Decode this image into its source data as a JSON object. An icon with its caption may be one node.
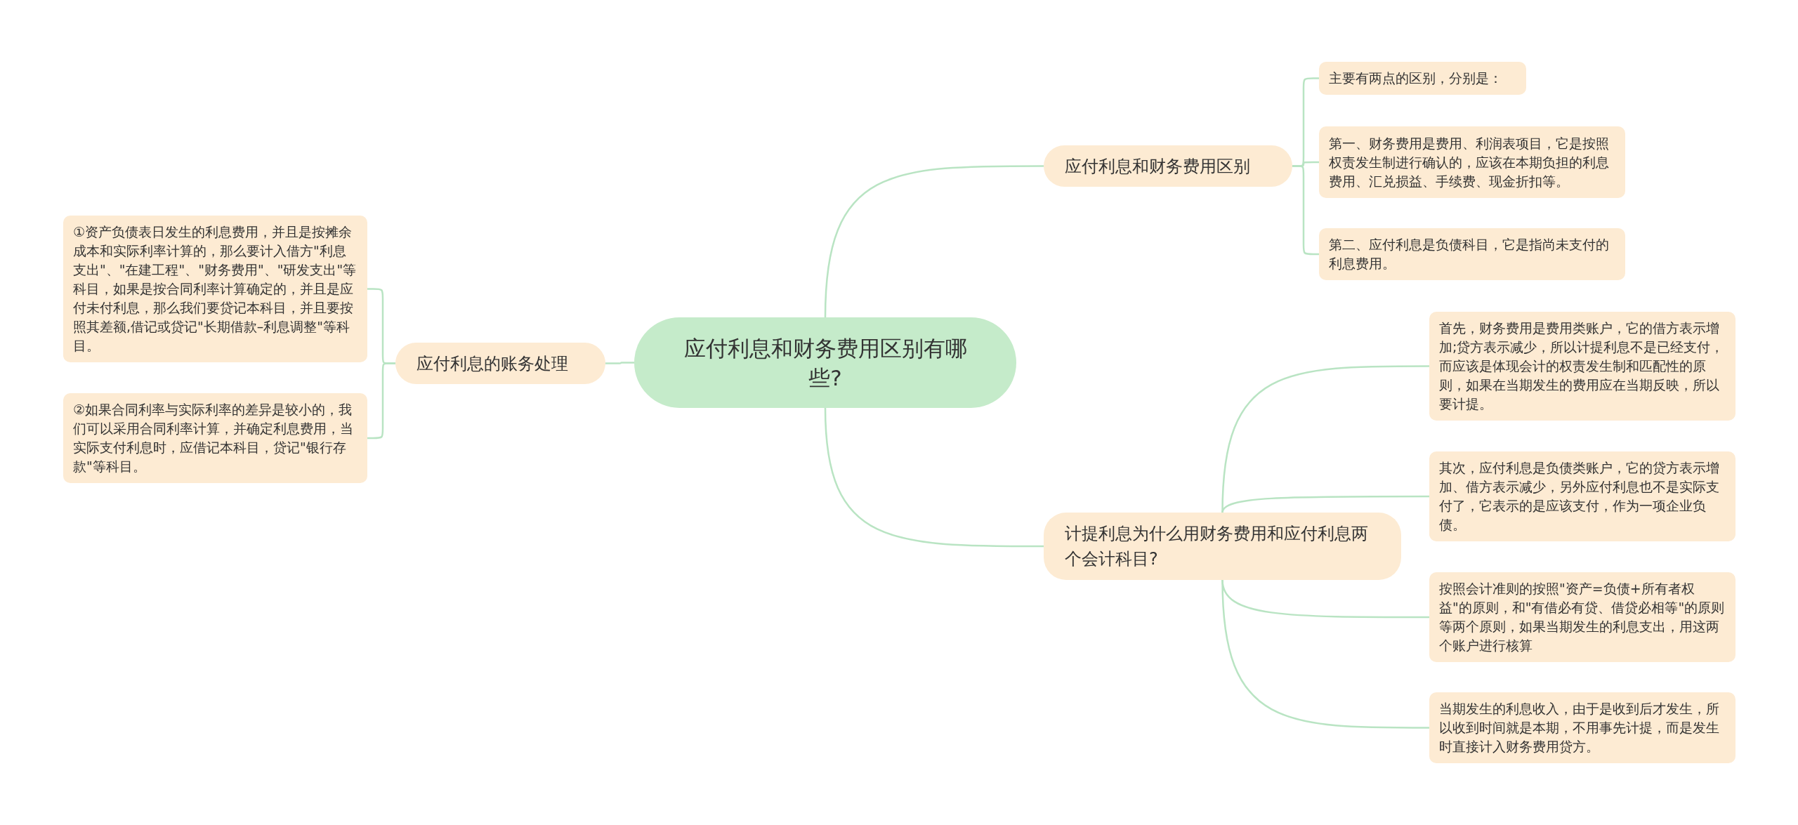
{
  "diagram": {
    "nodes": [
      {
        "text": [
          "应付利息和财务费用区别有哪些?"
        ]
      },
      {
        "text": [
          "应付利息和财务费用区别"
        ]
      },
      {
        "text": [
          "主要有两点的区别，分别是："
        ]
      },
      {
        "text": [
          "第一、财务费用是费用、利润表项目，它是按照权责发生制进行确认的，应该在本期负担的利息费用、汇兑损益、手续费、现金折扣等。"
        ]
      },
      {
        "text": [
          "第二、应付利息是负债科目，它是指尚未支付的利息费用。"
        ]
      },
      {
        "text": [
          "计提利息为什么用财务费用和应付利息两个会计科目?"
        ]
      },
      {
        "text": [
          "首先，财务费用是费用类账户，它的借方表示增加;贷方表示减少，所以计提利息不是已经支付，而应该是体现会计的权责发生制和匹配性的原则，如果在当期发生的费用应在当期反映，所以要计提。"
        ]
      },
      {
        "text": [
          "其次，应付利息是负债类账户，它的贷方表示增加、借方表示减少，另外应付利息也不是实际支付了，它表示的是应该支付，作为一项企业负债。"
        ]
      },
      {
        "text": [
          "按照会计准则的按照\"资产=负债+所有者权益\"的原则，和\"有借必有贷、借贷必相等\"的原则等两个原则，如果当期发生的利息支出，用这两个账户进行核算"
        ]
      },
      {
        "text": [
          "当期发生的利息收入，由于是收到后才发生，所以收到时间就是本期，不用事先计提，而是发生时直接计入财务费用贷方。"
        ]
      },
      {
        "text": [
          "应付利息的账务处理"
        ]
      },
      {
        "text": [
          "①资产负债表日发生的利息费用，并且是按摊余成本和实际利率计算的，那么要计入借方\"利息支出\"、\"在建工程\"、\"财务费用\"、\"研发支出\"等科目，如果是按合同利率计算确定的，并且是应付未付利息，那么我们要贷记本科目，并且要按照其差额,借记或贷记\"长期借款–利息调整\"等科目。"
        ]
      },
      {
        "text": [
          "②如果合同利率与实际利率的差异是较小的，我们可以采用合同利率计算，并确定利息费用，当实际支付利息时，应借记本科目，贷记\"银行存款\"等科目。"
        ]
      }
    ],
    "edges": [
      {
        "from": 0,
        "to": 1,
        "arrow": "none"
      },
      {
        "from": 1,
        "to": 2,
        "arrow": "none"
      },
      {
        "from": 1,
        "to": 3,
        "arrow": "none"
      },
      {
        "from": 1,
        "to": 4,
        "arrow": "none"
      },
      {
        "from": 0,
        "to": 5,
        "arrow": "none"
      },
      {
        "from": 5,
        "to": 6,
        "arrow": "none"
      },
      {
        "from": 5,
        "to": 7,
        "arrow": "none"
      },
      {
        "from": 5,
        "to": 8,
        "arrow": "none"
      },
      {
        "from": 5,
        "to": 9,
        "arrow": "none"
      },
      {
        "from": 0,
        "to": 10,
        "arrow": "none"
      },
      {
        "from": 10,
        "to": 11,
        "arrow": "none"
      },
      {
        "from": 10,
        "to": 12,
        "arrow": "none"
      }
    ]
  }
}
